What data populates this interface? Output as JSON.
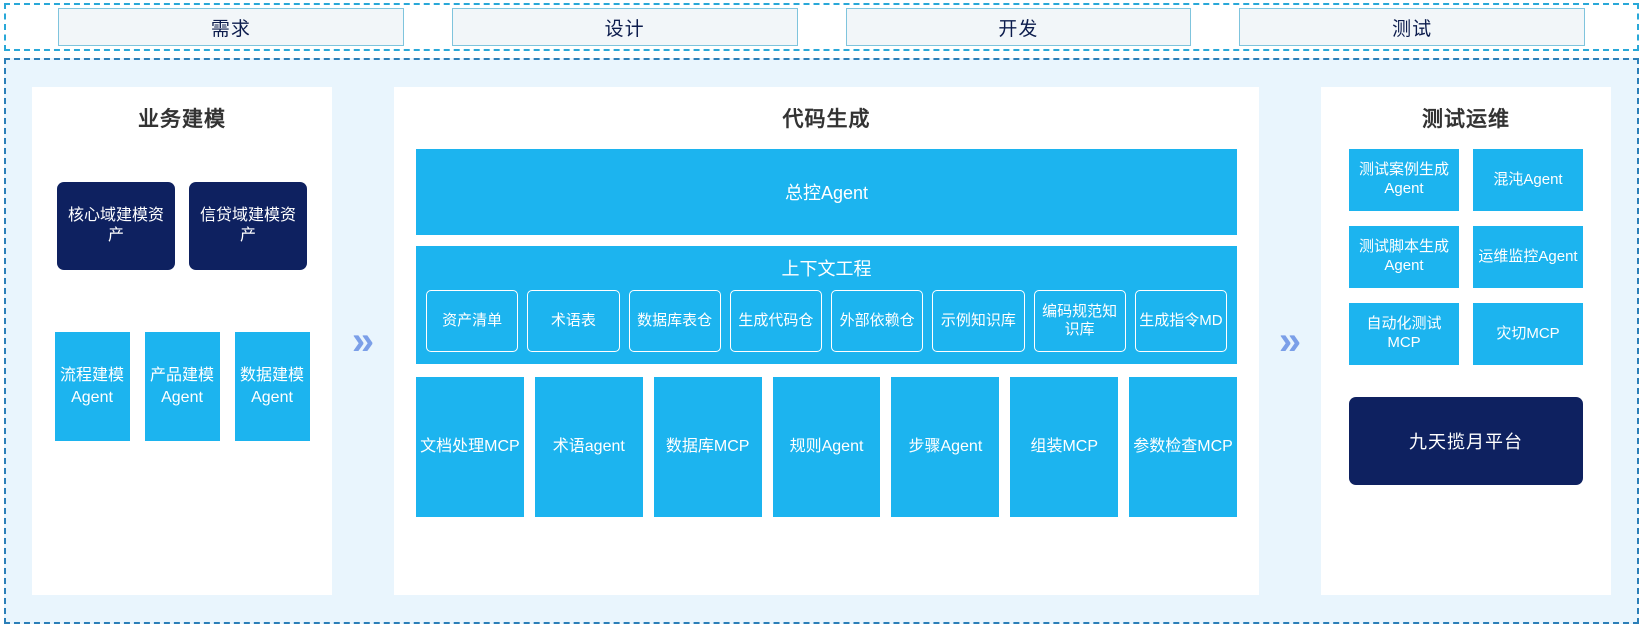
{
  "phases": [
    {
      "label": "需求"
    },
    {
      "label": "设计"
    },
    {
      "label": "开发"
    },
    {
      "label": "测试"
    }
  ],
  "arrows": {
    "glyph": "»",
    "color": "#7b9fe8"
  },
  "colors": {
    "accent_cyan": "#1cb4ef",
    "navy": "#0e2160",
    "panel_background": "#e9f5fd",
    "panel_white": "#ffffff",
    "dashed_border": "#2b7fb8",
    "phase_fill": "#f2f6f9",
    "phase_border": "#7fc4dd",
    "phase_text": "#0c1c4d"
  },
  "left_panel": {
    "title": "业务建模",
    "assets": [
      {
        "label": "核心域建模资产"
      },
      {
        "label": "信贷域建模资产"
      }
    ],
    "agents": [
      {
        "label": "流程建模Agent"
      },
      {
        "label": "产品建模Agent"
      },
      {
        "label": "数据建模Agent"
      }
    ]
  },
  "center_panel": {
    "title": "代码生成",
    "control_agent": "总控Agent",
    "context": {
      "title": "上下文工程",
      "items": [
        {
          "label": "资产清单"
        },
        {
          "label": "术语表"
        },
        {
          "label": "数据库表仓"
        },
        {
          "label": "生成代码仓"
        },
        {
          "label": "外部依赖仓"
        },
        {
          "label": "示例知识库"
        },
        {
          "label": "编码规范知识库"
        },
        {
          "label": "生成指令MD"
        }
      ]
    },
    "tools": [
      {
        "label": "文档处理MCP"
      },
      {
        "label": "术语agent"
      },
      {
        "label": "数据库MCP"
      },
      {
        "label": "规则Agent"
      },
      {
        "label": "步骤Agent"
      },
      {
        "label": "组装MCP"
      },
      {
        "label": "参数检查MCP"
      }
    ]
  },
  "right_panel": {
    "title": "测试运维",
    "items": [
      {
        "label": "测试案例生成Agent"
      },
      {
        "label": "混沌Agent"
      },
      {
        "label": "测试脚本生成Agent"
      },
      {
        "label": "运维监控Agent"
      },
      {
        "label": "自动化测试MCP"
      },
      {
        "label": "灾切MCP"
      }
    ],
    "platform": "九天揽月平台"
  }
}
